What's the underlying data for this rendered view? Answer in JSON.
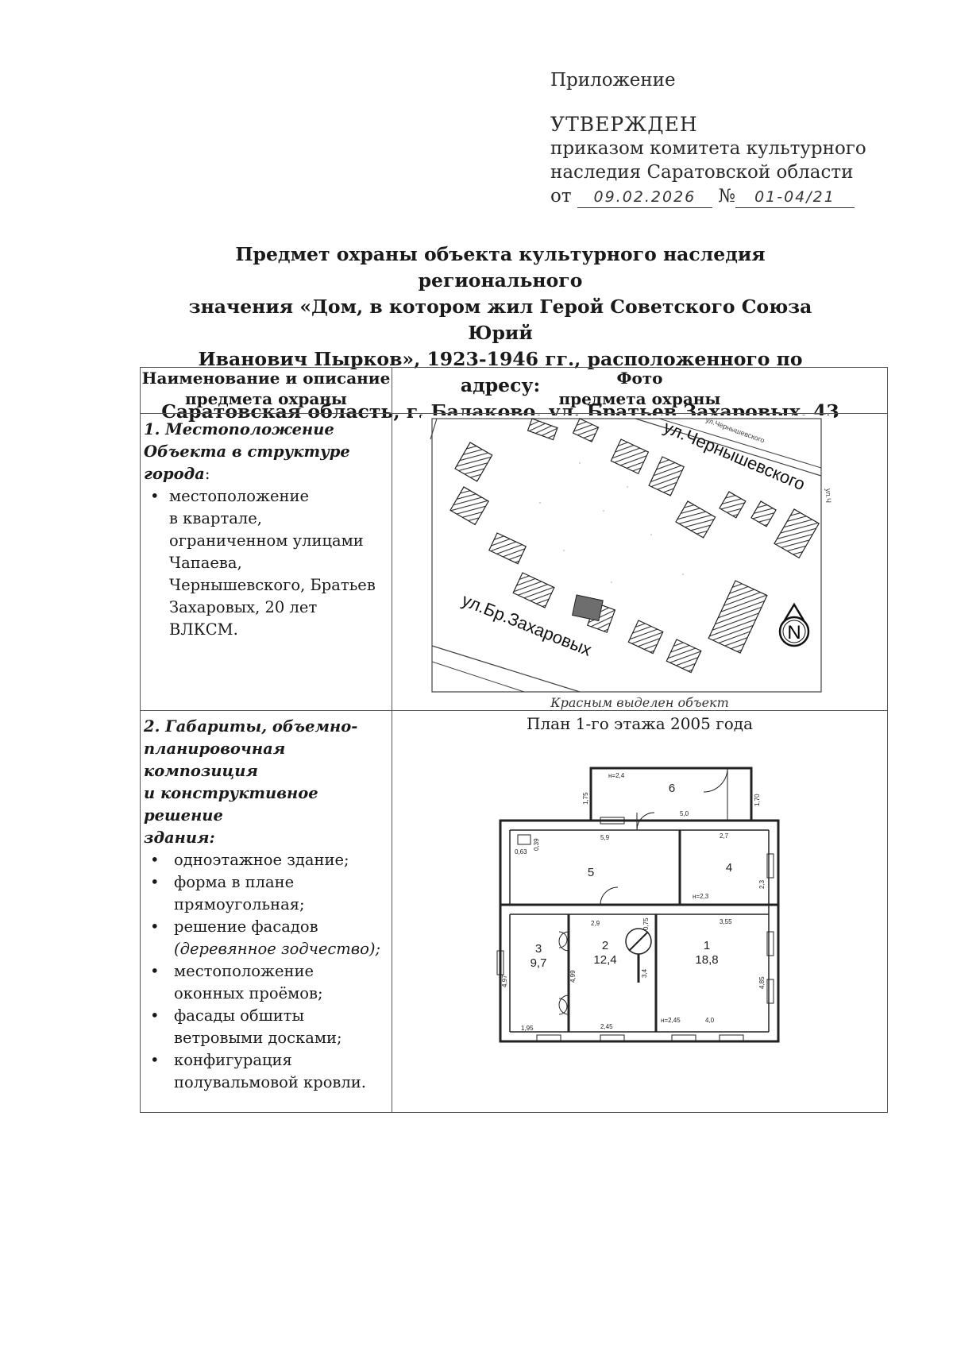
{
  "approval": {
    "appendix": "Приложение",
    "approved": "УТВЕРЖДЕН",
    "line1": "приказом комитета культурного",
    "line2": "наследия Саратовской области",
    "date_prefix": "от",
    "date": "09.02.2026",
    "number_prefix": "№",
    "number": "01-04/21"
  },
  "title": {
    "line1": "Предмет охраны объекта культурного наследия регионального",
    "line2": "значения «Дом, в котором жил Герой Советского Союза Юрий",
    "line3": "Иванович Пырков», 1923-1946 гг., расположенного по адресу:",
    "line4": "Саратовская область, г. Балаково, ул. Братьев Захаровых, 43"
  },
  "table": {
    "header": {
      "col1_line1": "Наименование и описание",
      "col1_line2": "предмета охраны",
      "col2_line1": "Фото",
      "col2_line2": "предмета охраны"
    },
    "row1": {
      "heading_l1": "1. Местоположение",
      "heading_l2": "Объекта в структуре",
      "heading_l3": "города",
      "heading_colon": ":",
      "bullet_lines": [
        "местоположение",
        "в квартале,",
        "ограниченном улицами",
        "Чапаева,",
        "Чернышевского, Братьев",
        "Захаровых, 20 лет",
        "ВЛКСМ."
      ],
      "map": {
        "street_top": "ул.Чернышевского",
        "street_top_small": "ул.Чернышевского",
        "street_bottom": "ул.Бр.Захаровых",
        "street_side": "ул.Ч",
        "north": "N",
        "caption": "Красным выделен объект",
        "highlight_color": "#6e6e6e"
      }
    },
    "row2": {
      "heading_l1": "2. Габариты, объемно-",
      "heading_l2": "планировочная композиция",
      "heading_l3": "и конструктивное решение",
      "heading_l4": "здания:",
      "bullets": [
        [
          "одноэтажное здание;"
        ],
        [
          "форма в плане",
          "прямоугольная;"
        ],
        [
          "решение фасадов",
          "(деревянное зодчество);"
        ],
        [
          "местоположение",
          "оконных проёмов;"
        ],
        [
          "фасады обшиты",
          "ветровыми досками;"
        ],
        [
          "конфигурация",
          "полувальмовой кровли."
        ]
      ],
      "plan": {
        "title": "План 1-го этажа 2005 года",
        "rooms": {
          "r1_no": "1",
          "r1_area": "18,8",
          "r2_no": "2",
          "r2_area": "12,4",
          "r3_no": "3",
          "r3_area": "9,7",
          "r4_no": "4",
          "r5_no": "5",
          "r6_no": "6"
        },
        "dims": {
          "h24": "н=2,4",
          "d50": "5,0",
          "d175": "1,75",
          "d170": "1,70",
          "d59": "5,9",
          "d27": "2,7",
          "d063": "0,63",
          "d039": "0,39",
          "h23": "н=2,3",
          "d23": "2,3",
          "d29": "2,9",
          "d075": "0,75",
          "d355": "3,55",
          "d497": "4,97",
          "d499": "4,99",
          "d34": "3,4",
          "d485": "4,85",
          "d195": "1,95",
          "d245": "2,45",
          "h245": "н=2,45",
          "d40": "4,0"
        }
      }
    }
  }
}
